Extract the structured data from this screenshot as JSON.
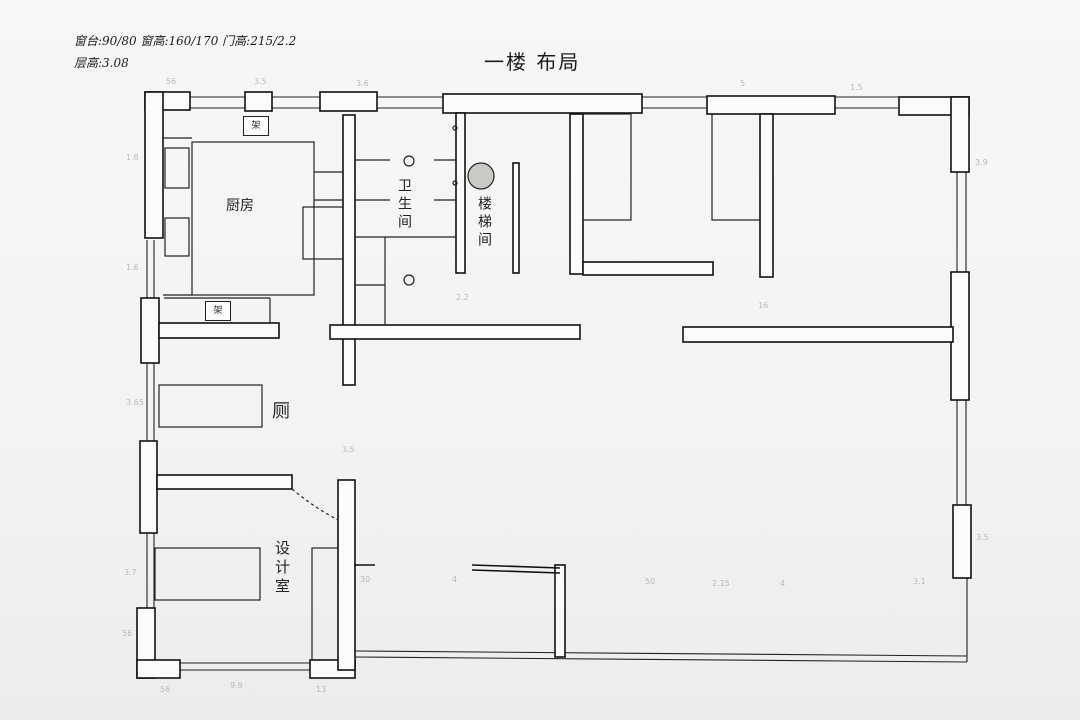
{
  "notes": {
    "line1": "窗台:90/80 窗高:160/170 门高:215/2.2",
    "line2": "层高:3.08"
  },
  "title": "一楼 布局",
  "rooms": {
    "kitchen": "厨房",
    "bathroom": "卫生间",
    "stairwell": "楼梯间",
    "restroom": "厕",
    "studio": "设计室"
  },
  "cabinet_label": "架",
  "dims": [
    "56",
    "3.5",
    "3.6",
    "5",
    "1.5",
    "1.8",
    "1.6",
    "3.65",
    "3.7",
    "2.2",
    "30",
    "3.5",
    "4",
    "50",
    "2.15",
    "4",
    "3.1",
    "3.9",
    "56",
    "9.9",
    "13",
    "16",
    "56",
    "3.5"
  ]
}
